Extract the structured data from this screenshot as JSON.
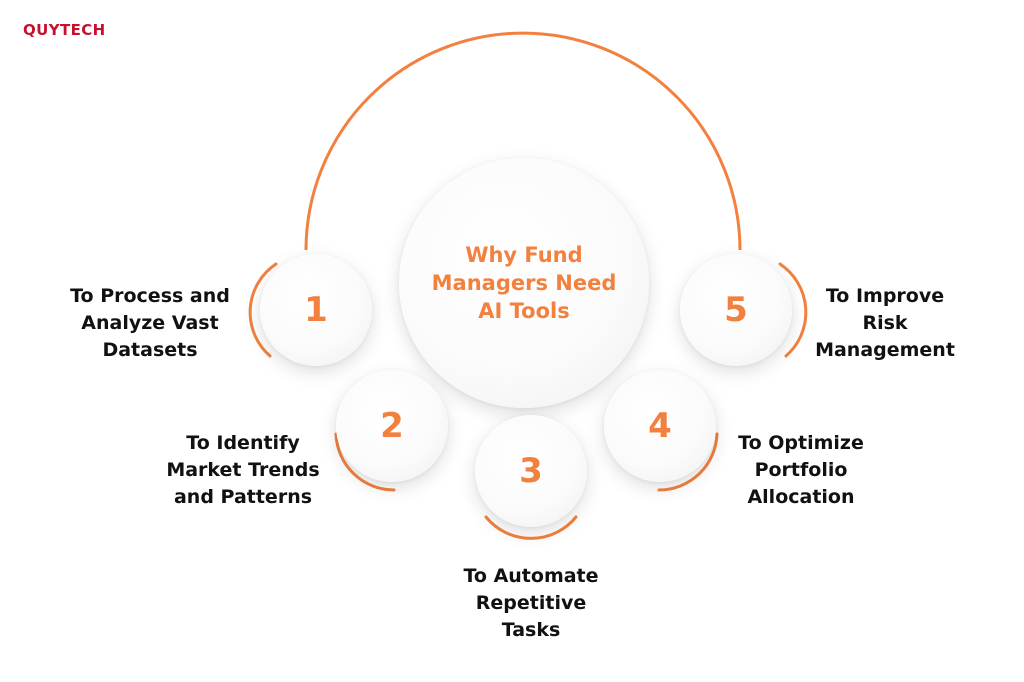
{
  "brand": {
    "logo_text": "QUYTECH"
  },
  "center": {
    "title": "Why Fund Managers Need AI Tools"
  },
  "accent_color": "#f2813f",
  "steps": [
    {
      "number": "1",
      "label": "To Process and\nAnalyze Vast\nDatasets"
    },
    {
      "number": "2",
      "label": "To Identify\nMarket Trends\nand Patterns"
    },
    {
      "number": "3",
      "label": "To Automate\nRepetitive\nTasks"
    },
    {
      "number": "4",
      "label": "To Optimize\nPortfolio\nAllocation"
    },
    {
      "number": "5",
      "label": "To Improve\nRisk\nManagement"
    }
  ]
}
